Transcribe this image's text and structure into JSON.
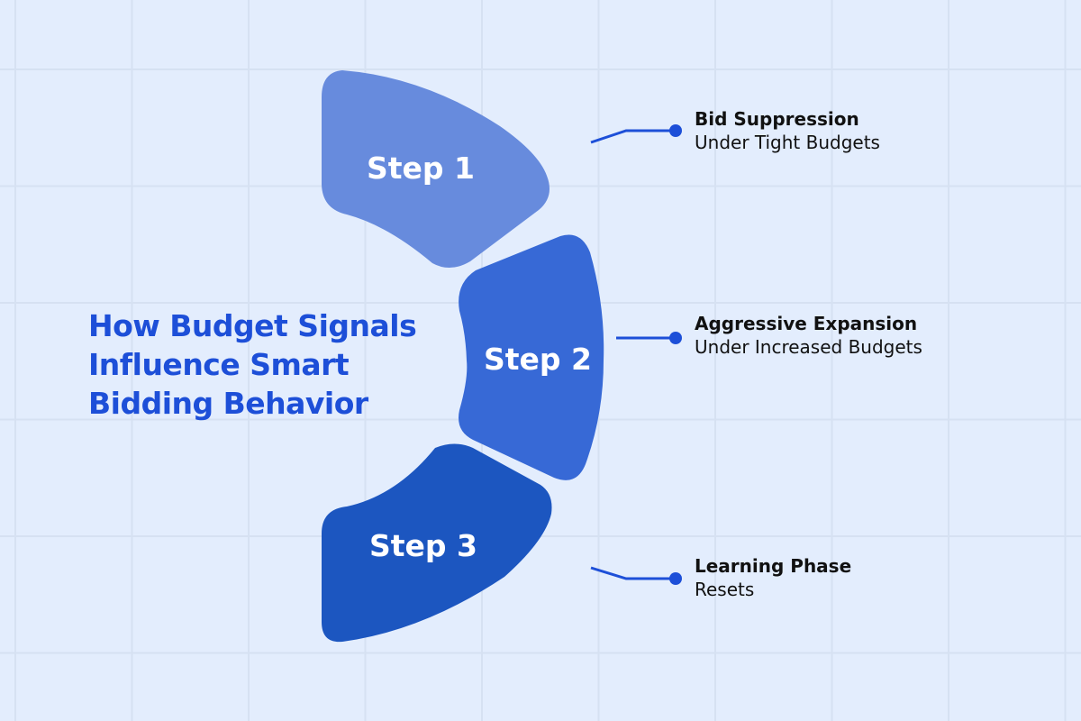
{
  "title": {
    "lines": [
      "How Budget Signals",
      "Influence Smart",
      "Bidding Behavior"
    ]
  },
  "steps": [
    {
      "label": "Step 1",
      "color": "#678bdd",
      "callout_title": "Bid Suppression",
      "callout_subtitle": "Under Tight Budgets"
    },
    {
      "label": "Step 2",
      "color": "#3769d6",
      "callout_title": "Aggressive Expansion",
      "callout_subtitle": "Under Increased Budgets"
    },
    {
      "label": "Step 3",
      "color": "#1c56c0",
      "callout_title": "Learning Phase",
      "callout_subtitle": "Resets"
    }
  ],
  "colors": {
    "background": "#e3edfd",
    "accent": "#1d4fd8"
  }
}
